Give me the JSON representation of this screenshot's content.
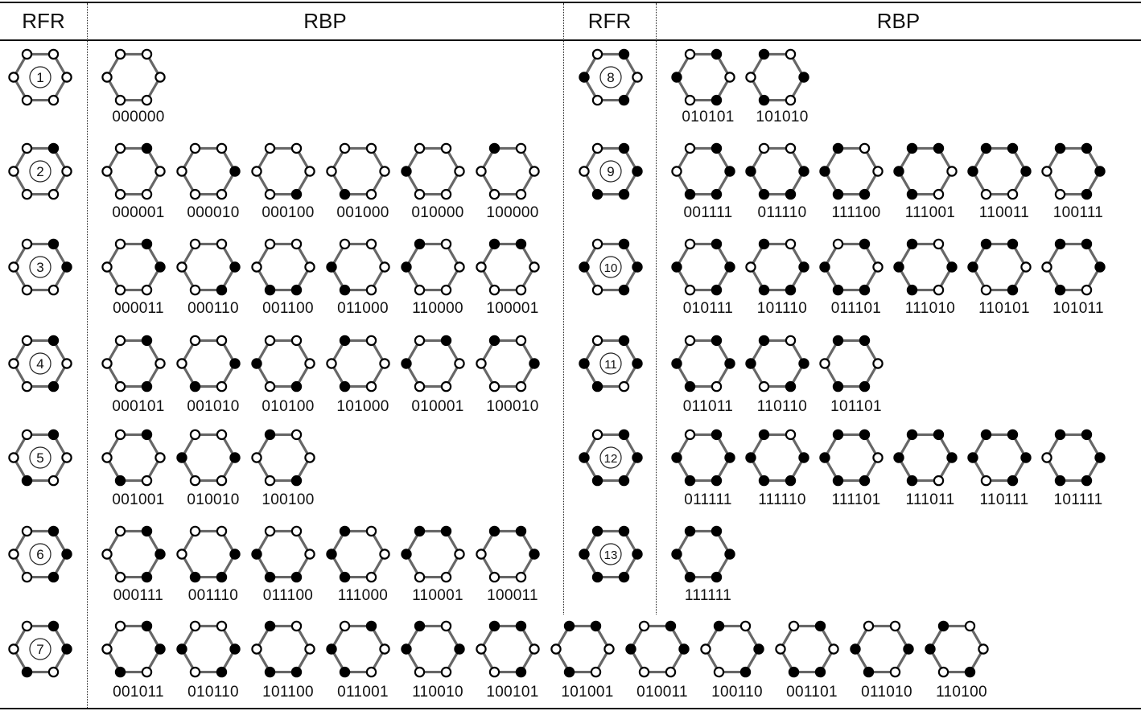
{
  "headers": {
    "left_rfr": "RFR",
    "left_rbp": "RBP",
    "right_rfr": "RFR",
    "right_rbp": "RBP"
  },
  "legend_colors": {
    "filled": "#000000",
    "empty": "#ffffff",
    "ring": "#666666"
  },
  "left_rows": [
    {
      "rfr": "1",
      "patterns": [
        "000000"
      ]
    },
    {
      "rfr": "2",
      "patterns": [
        "000001",
        "000010",
        "000100",
        "001000",
        "010000",
        "100000"
      ]
    },
    {
      "rfr": "3",
      "patterns": [
        "000011",
        "000110",
        "001100",
        "011000",
        "110000",
        "100001"
      ]
    },
    {
      "rfr": "4",
      "patterns": [
        "000101",
        "001010",
        "010100",
        "101000",
        "010001",
        "100010"
      ]
    },
    {
      "rfr": "5",
      "patterns": [
        "001001",
        "010010",
        "100100"
      ]
    },
    {
      "rfr": "6",
      "patterns": [
        "000111",
        "001110",
        "011100",
        "111000",
        "110001",
        "100011"
      ]
    },
    {
      "rfr": "7",
      "patterns": [
        "001011",
        "010110",
        "101100",
        "011001",
        "110010",
        "100101",
        "101001",
        "010011",
        "100110",
        "001101",
        "011010",
        "110100"
      ]
    }
  ],
  "right_rows": [
    {
      "rfr": "8",
      "patterns": [
        "010101",
        "101010"
      ]
    },
    {
      "rfr": "9",
      "patterns": [
        "001111",
        "011110",
        "111100",
        "111001",
        "110011",
        "100111"
      ]
    },
    {
      "rfr": "10",
      "patterns": [
        "010111",
        "101110",
        "011101",
        "111010",
        "110101",
        "101011"
      ]
    },
    {
      "rfr": "11",
      "patterns": [
        "011011",
        "110110",
        "101101"
      ]
    },
    {
      "rfr": "12",
      "patterns": [
        "011111",
        "111110",
        "111101",
        "111011",
        "110111",
        "101111"
      ]
    },
    {
      "rfr": "13",
      "patterns": [
        "111111"
      ]
    }
  ]
}
